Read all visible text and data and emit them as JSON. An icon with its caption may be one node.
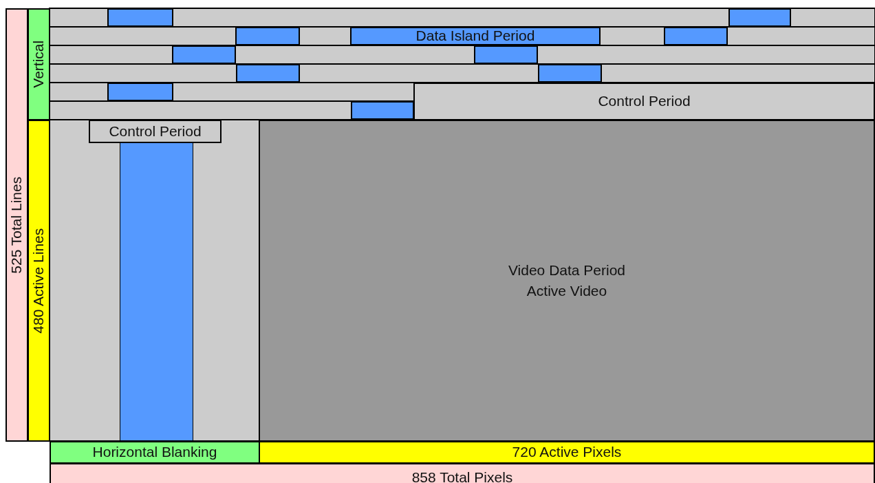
{
  "diagram": {
    "nodes": [
      {
        "text": [
          "525 Total Lines"
        ]
      },
      {
        "text": [
          "Vertical"
        ]
      },
      {
        "text": [],
        "shape": "box"
      },
      {
        "text": [],
        "shape": "box"
      },
      {
        "text": [],
        "shape": "box"
      },
      {
        "text": [
          "Data Island Period"
        ]
      },
      {
        "text": [],
        "shape": "box"
      },
      {
        "text": [],
        "shape": "box"
      },
      {
        "text": [],
        "shape": "box"
      },
      {
        "text": [],
        "shape": "box"
      },
      {
        "text": [],
        "shape": "box"
      },
      {
        "text": [],
        "shape": "box"
      },
      {
        "text": [
          "Control Period"
        ]
      },
      {
        "text": [],
        "shape": "box"
      },
      {
        "text": [
          "480 Active Lines"
        ]
      },
      {
        "text": [
          "Control Period"
        ]
      },
      {
        "text": [],
        "shape": "bar"
      },
      {
        "text": [
          "Video Data Period",
          "Active Video"
        ]
      },
      {
        "text": [
          "Horizontal Blanking"
        ]
      },
      {
        "text": [
          "720 Active Pixels"
        ]
      },
      {
        "text": [
          "858 Total Pixels"
        ]
      }
    ]
  }
}
